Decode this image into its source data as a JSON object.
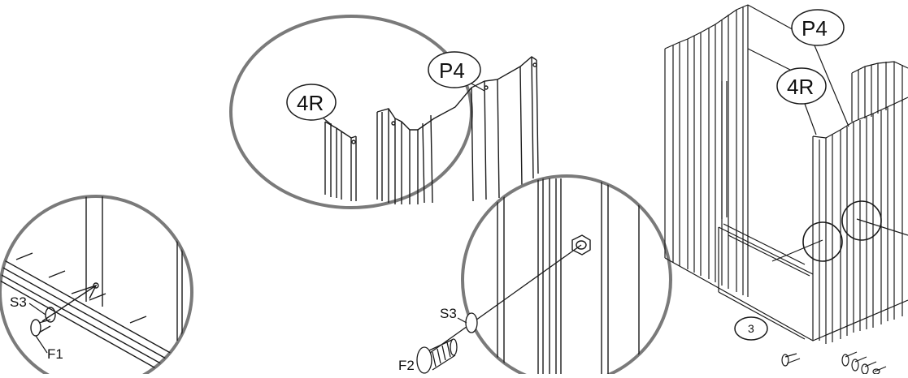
{
  "callouts": {
    "panel_4r_detail": "4R",
    "panel_p4_detail": "P4",
    "panel_p4_main": "P4",
    "panel_4r_main": "4R",
    "step_number": "3",
    "washer_left": "S3",
    "screw_left": "F1",
    "washer_right": "S3",
    "screw_right": "F2"
  },
  "colors": {
    "line": "#1a1a1a",
    "detail_circle": "#7a7a7a",
    "background": "#ffffff"
  }
}
